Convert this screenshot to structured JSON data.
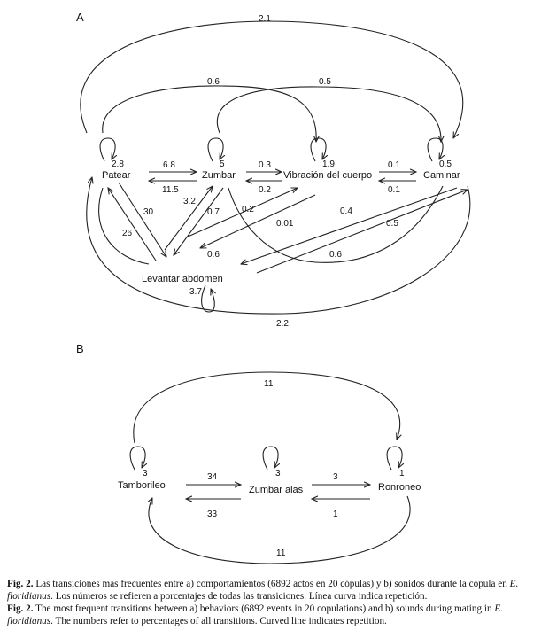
{
  "panel_a": {
    "label": "A",
    "nodes": {
      "patear": "Patear",
      "zumbar": "Zumbar",
      "vibracion": "Vibración del cuerpo",
      "caminar": "Caminar",
      "levantar": "Levantar abdomen"
    },
    "self_loops": {
      "patear": "2.8",
      "zumbar": "5",
      "vibracion": "1.9",
      "caminar": "0.5",
      "levantar": "3.7"
    },
    "edges": {
      "patear_caminar_top": "2.1",
      "patear_vibracion_top": "0.6",
      "zumbar_caminar_top": "0.5",
      "patear_zumbar": "6.8",
      "zumbar_patear": "11.5",
      "zumbar_vibracion": "0.3",
      "vibracion_zumbar": "0.2",
      "vibracion_caminar": "0.1",
      "caminar_vibracion": "0.1",
      "patear_levantar": "30",
      "levantar_patear": "26",
      "levantar_zumbar": "3.2",
      "zumbar_levantar": "0.7",
      "levantar_vibracion": "0.2",
      "vibracion_levantar": "0.01",
      "levantar_caminar": "0.4",
      "caminar_levantar": "0.5",
      "zumbar_caminar_loop": "0.6",
      "caminar_zumbar_loop": "0.6",
      "caminar_patear_bottom": "2.2"
    }
  },
  "panel_b": {
    "label": "B",
    "nodes": {
      "tamborileo": "Tamborileo",
      "zumbar_alas": "Zumbar alas",
      "ronroneo": "Ronroneo"
    },
    "self_loops": {
      "tamborileo": "3",
      "zumbar_alas": "3",
      "ronroneo": "1"
    },
    "edges": {
      "tamborileo_zumbar_alas": "34",
      "zumbar_alas_tamborileo": "33",
      "zumbar_alas_ronroneo": "3",
      "ronroneo_zumbar_alas": "1",
      "tamborileo_ronroneo_top": "11",
      "ronroneo_tamborileo_bottom": "11"
    }
  },
  "caption": {
    "es_label": "Fig. 2.",
    "es_text_1": " Las transiciones más frecuentes entre a) comportamientos (6892 actos en 20 cópulas) y b) sonidos durante la cópula en ",
    "es_species": "E. floridianus",
    "es_text_2": ". Los números se refieren a porcentajes de todas las transiciones. Línea curva indica repetición.",
    "en_label": "Fig. 2.",
    "en_text_1": " The most frequent transitions between a) behaviors (6892 events in 20 copulations) and b) sounds during mating in ",
    "en_species": "E. floridianus",
    "en_text_2": ". The numbers refer to percentages of all transitions. Curved line indicates repetition."
  }
}
